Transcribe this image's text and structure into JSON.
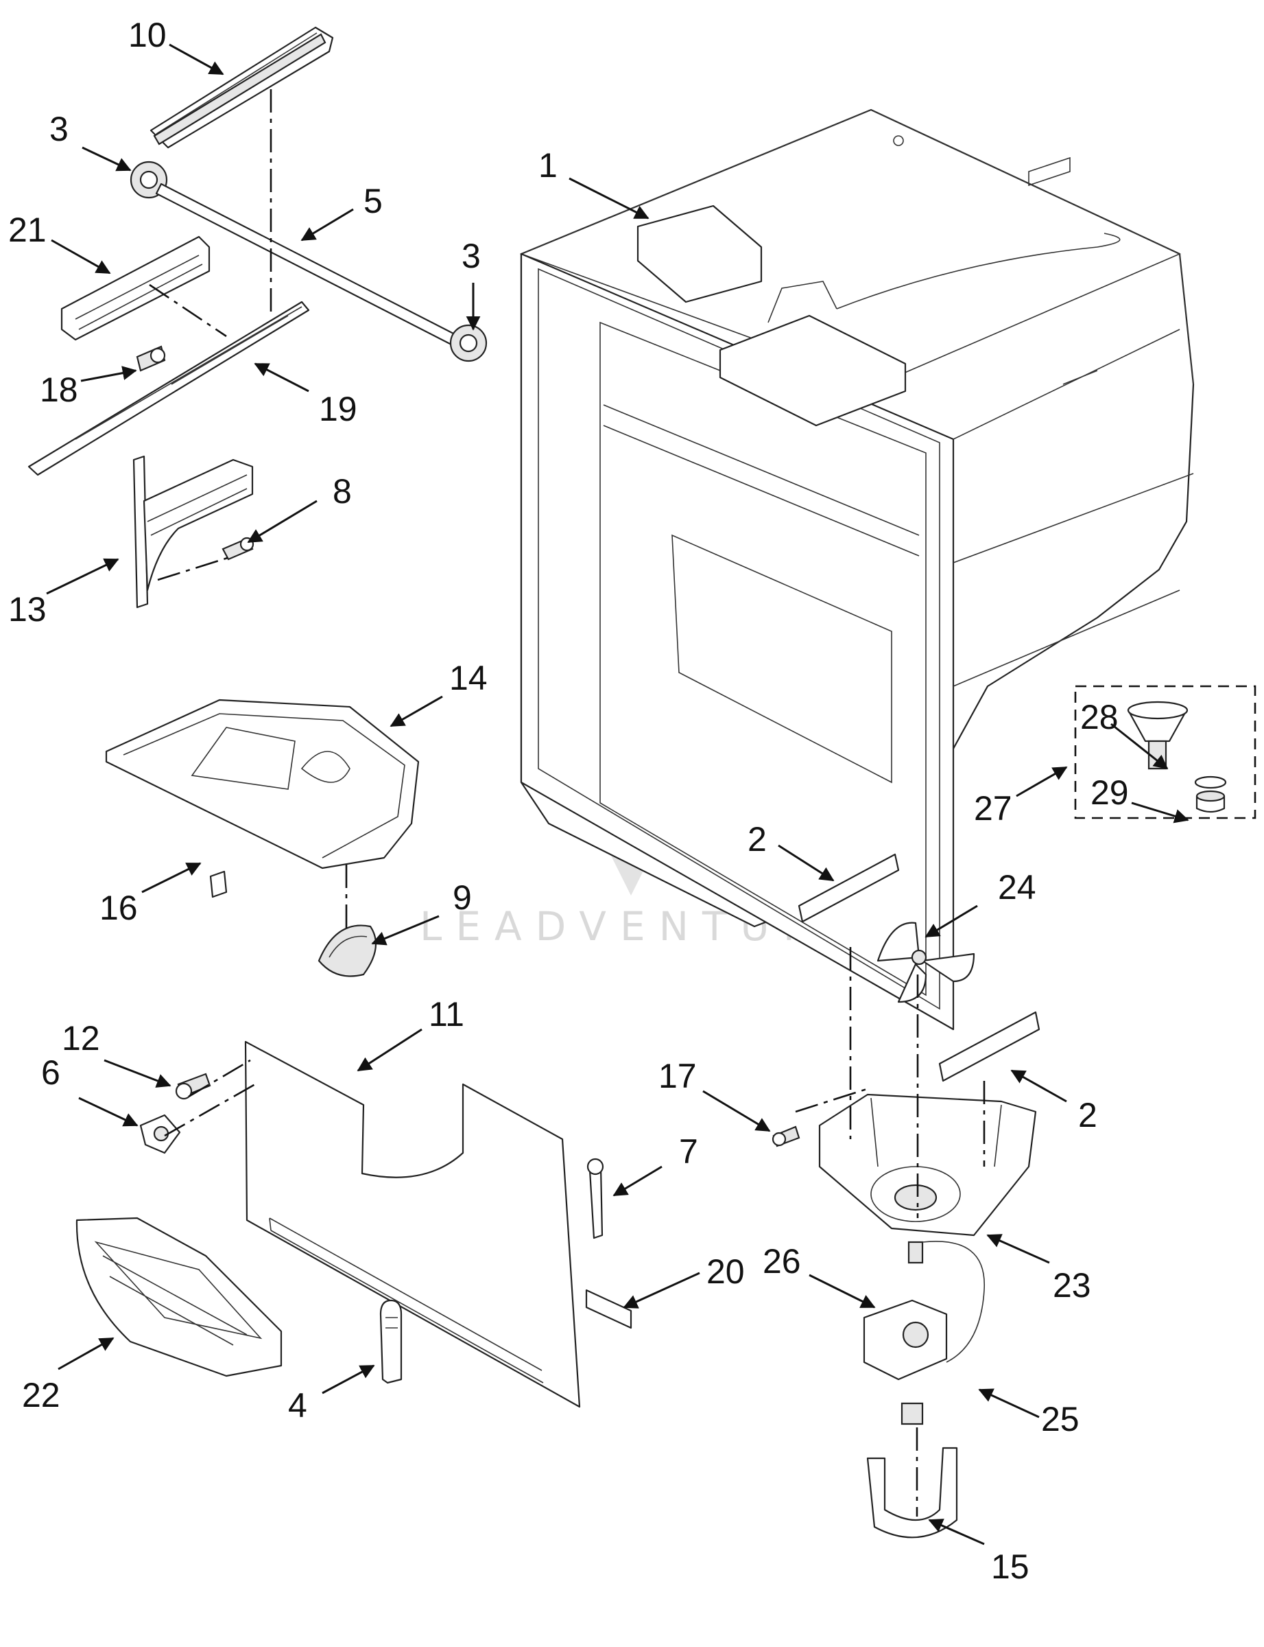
{
  "diagram": {
    "watermark": "LEADVENTURE",
    "accent_color": "#111111",
    "callouts": [
      {
        "id": "c10",
        "label": "10"
      },
      {
        "id": "c3a",
        "label": "3"
      },
      {
        "id": "c21",
        "label": "21"
      },
      {
        "id": "c5",
        "label": "5"
      },
      {
        "id": "c3b",
        "label": "3"
      },
      {
        "id": "c18",
        "label": "18"
      },
      {
        "id": "c19",
        "label": "19"
      },
      {
        "id": "c8",
        "label": "8"
      },
      {
        "id": "c13",
        "label": "13"
      },
      {
        "id": "c1",
        "label": "1"
      },
      {
        "id": "c14",
        "label": "14"
      },
      {
        "id": "c16",
        "label": "16"
      },
      {
        "id": "c9",
        "label": "9"
      },
      {
        "id": "c28",
        "label": "28"
      },
      {
        "id": "c27",
        "label": "27"
      },
      {
        "id": "c29",
        "label": "29"
      },
      {
        "id": "c2a",
        "label": "2"
      },
      {
        "id": "c24",
        "label": "24"
      },
      {
        "id": "c11",
        "label": "11"
      },
      {
        "id": "c12",
        "label": "12"
      },
      {
        "id": "c6",
        "label": "6"
      },
      {
        "id": "c17",
        "label": "17"
      },
      {
        "id": "c2b",
        "label": "2"
      },
      {
        "id": "c7",
        "label": "7"
      },
      {
        "id": "c20",
        "label": "20"
      },
      {
        "id": "c26",
        "label": "26"
      },
      {
        "id": "c23",
        "label": "23"
      },
      {
        "id": "c22",
        "label": "22"
      },
      {
        "id": "c4",
        "label": "4"
      },
      {
        "id": "c25",
        "label": "25"
      },
      {
        "id": "c15",
        "label": "15"
      }
    ]
  }
}
